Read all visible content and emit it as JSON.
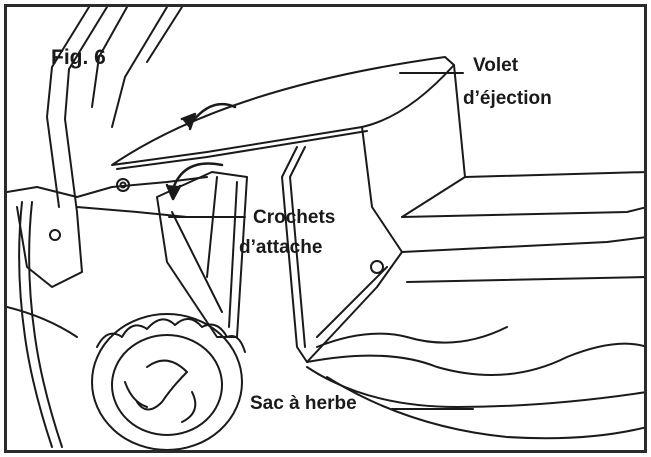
{
  "figure": {
    "number_label": "Fig. 6"
  },
  "callouts": {
    "volet": {
      "line1": "Volet",
      "line2": "d’éjection"
    },
    "crochets": {
      "line1": "Crochets",
      "line2": "d’attache"
    },
    "sac": {
      "line1": "Sac à herbe"
    }
  },
  "colors": {
    "ink": "#1a1a1a",
    "frame": "#2b2b2b",
    "background": "#ffffff"
  },
  "icons": [
    "rotate-arrow-icon",
    "rotate-arrow-icon"
  ]
}
